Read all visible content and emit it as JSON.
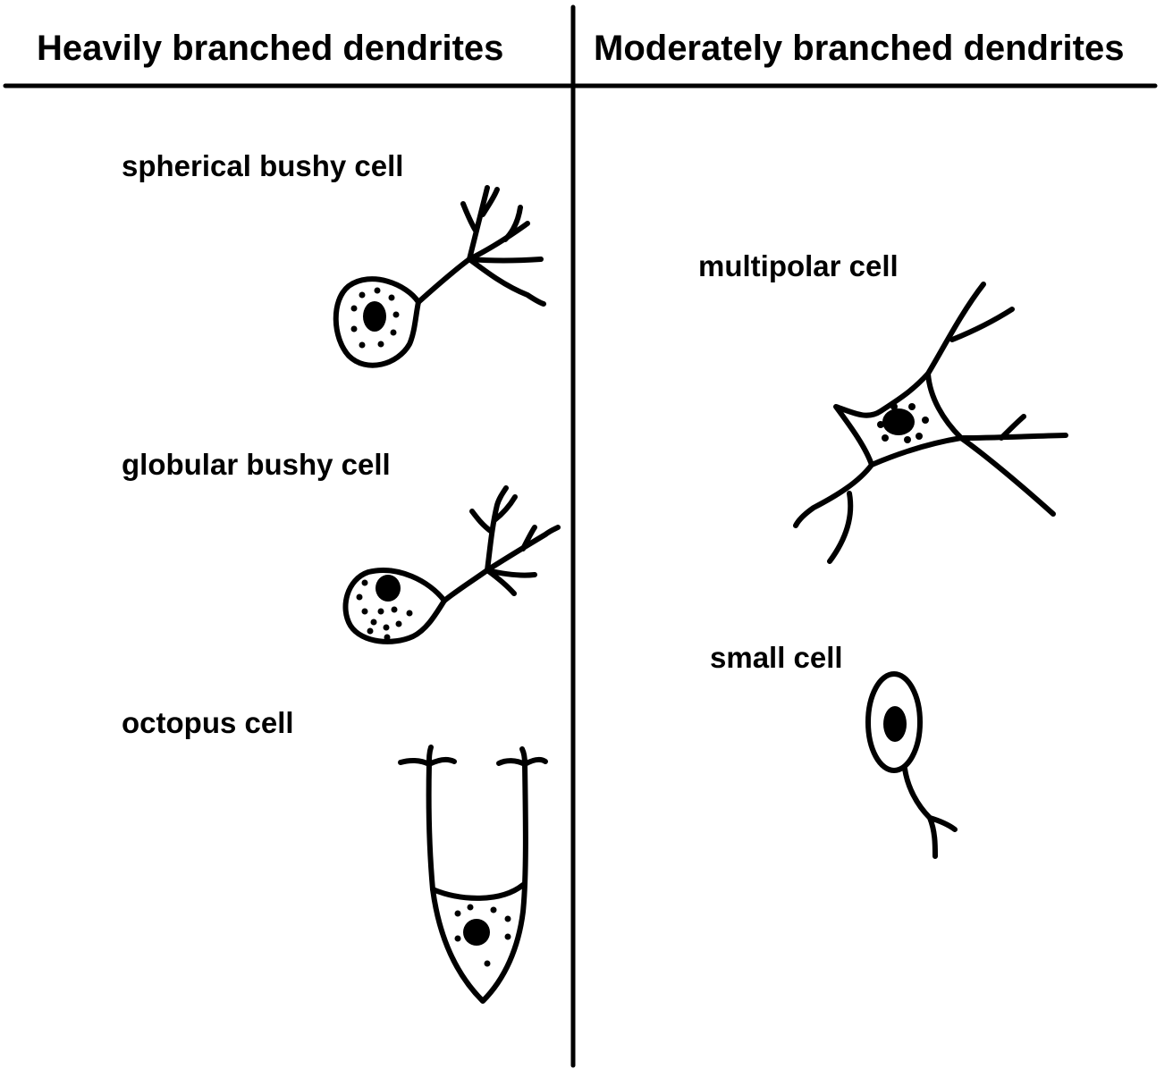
{
  "headers": {
    "left": "Heavily branched dendrites",
    "right": "Moderately branched dendrites"
  },
  "cells": {
    "spherical_bushy": "spherical bushy cell",
    "globular_bushy": "globular bushy cell",
    "octopus": "octopus cell",
    "multipolar": "multipolar cell",
    "small": "small cell"
  },
  "colors": {
    "ink": "#000000",
    "background": "#ffffff"
  }
}
